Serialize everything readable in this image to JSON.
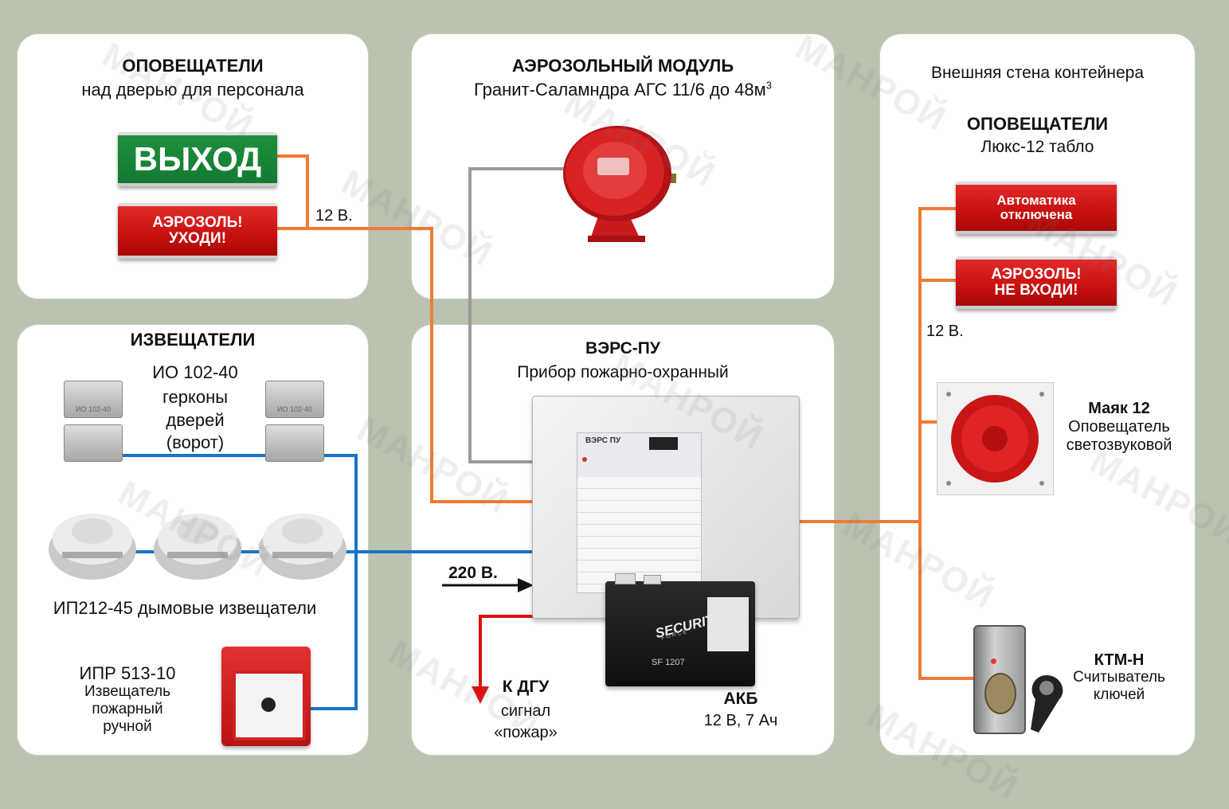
{
  "watermark": "МАНРОЙ",
  "colors": {
    "power_12v": "#f07a33",
    "signal_loop": "#1a74c8",
    "aerosol_line": "#9a9a9a",
    "dgu_line": "#e01010"
  },
  "panels": {
    "sounders_door": {
      "title": "ОПОВЕЩАТЕЛИ",
      "subtitle": "над дверью для персонала",
      "exit_sign": "ВЫХОД",
      "aerosol_sign": "АЭРОЗОЛЬ!\nУХОДИ!",
      "voltage": "12 В."
    },
    "aerosol_module": {
      "title": "АЭРОЗОЛЬНЫЙ МОДУЛЬ",
      "subtitle": "Гранит-Саламндра АГС 11/6 до 48м",
      "subtitle_sup": "3"
    },
    "outer_wall": {
      "heading": "Внешняя стена контейнера",
      "title": "ОПОВЕЩАТЕЛИ",
      "subtitle": "Люкс-12 табло",
      "sign_auto_off": "Автоматика\nотключена",
      "sign_no_enter": "АЭРОЗОЛЬ!\nНЕ ВХОДИ!",
      "voltage": "12 В.",
      "beacon_name": "Маяк 12",
      "beacon_desc": "Оповещатель\nсветозвуковой",
      "reader_name": "КТМ-Н",
      "reader_desc": "Считыватель\nключей"
    },
    "detectors": {
      "title": "ИЗВЕЩАТЕЛИ",
      "reed_title": "ИО 102-40",
      "reed_desc": "герконы\nдверей\n(ворот)",
      "reed_label": "ИО 102-40",
      "smoke_label": "ИП212-45 дымовые извещатели",
      "manual_name": "ИПР 513-10",
      "manual_desc": "Извещатель\nпожарный\nручной"
    },
    "controller": {
      "title": "ВЭРС-ПУ",
      "subtitle": "Прибор пожарно-охранный",
      "device_brand": "ВЭРС ПУ",
      "power_in": "220 В.",
      "dgu_title": "К ДГУ",
      "dgu_desc": "сигнал\n«пожар»",
      "battery_title": "АКБ",
      "battery_desc": "12 В, 7 Ач",
      "battery_brand": "SECURITY",
      "battery_sub": "FORCE",
      "battery_model": "SF 1207"
    }
  }
}
